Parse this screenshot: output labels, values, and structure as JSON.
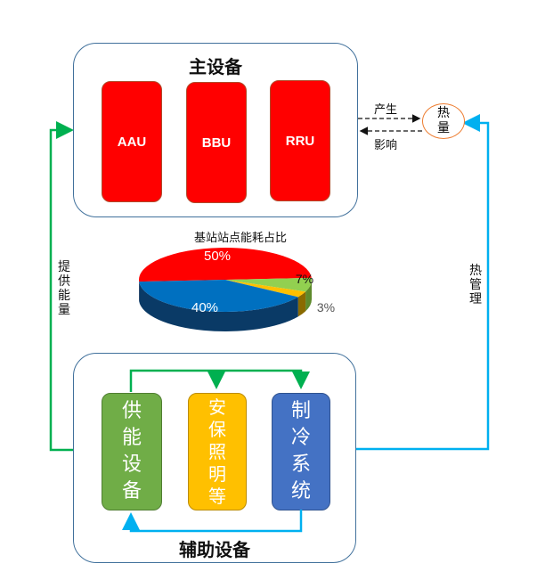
{
  "main_equipment": {
    "title": "主设备",
    "units": [
      {
        "label": "AAU",
        "color": "#ff0000"
      },
      {
        "label": "BBU",
        "color": "#ff0000"
      },
      {
        "label": "RRU",
        "color": "#ff0000"
      }
    ]
  },
  "heat": {
    "node_chars": [
      "热",
      "量"
    ],
    "produce_label": "产生",
    "affect_label": "影响",
    "node_border_color": "#ed7d31"
  },
  "left_link": {
    "label_chars": [
      "提",
      "供",
      "能",
      "量"
    ],
    "color": "#00b050"
  },
  "right_link": {
    "label_chars": [
      "热",
      "管",
      "理"
    ],
    "color": "#00b0f0"
  },
  "auxiliary": {
    "title": "辅助设备",
    "units": [
      {
        "chars": [
          "供",
          "能",
          "设",
          "备"
        ],
        "color": "#70ad47"
      },
      {
        "chars": [
          "安",
          "保",
          "照",
          "明",
          "等"
        ],
        "color": "#ffc000"
      },
      {
        "chars": [
          "制",
          "冷",
          "系",
          "统"
        ],
        "color": "#4472c4"
      }
    ]
  },
  "chart_data": {
    "type": "pie",
    "title": "基站站点能耗占比",
    "style": "3d",
    "slices": [
      {
        "label": "50%",
        "value": 50,
        "color": "#ff0000"
      },
      {
        "label": "7%",
        "value": 7,
        "color": "#92d050"
      },
      {
        "label": "3%",
        "value": 3,
        "color": "#ffc000"
      },
      {
        "label": "40%",
        "value": 40,
        "color": "#0070c0"
      }
    ]
  }
}
